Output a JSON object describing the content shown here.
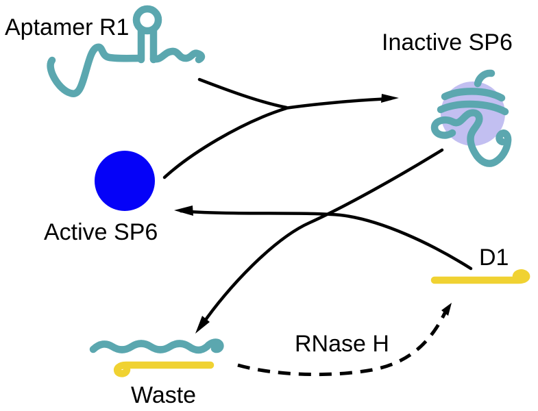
{
  "figure": {
    "background_color": "#ffffff",
    "labels": {
      "aptamer_r1": "Aptamer R1",
      "inactive_sp6": "Inactive SP6",
      "active_sp6": "Active SP6",
      "d1": "D1",
      "rnase_h": "RNase H",
      "waste": "Waste"
    },
    "colors": {
      "rna_teal": "#5BA7AF",
      "dna_yellow": "#F0D232",
      "active_blue": "#0502F8",
      "inactive_lavender": "#C2BFF1",
      "arrow_black": "#000000",
      "label_black": "#000000"
    }
  }
}
